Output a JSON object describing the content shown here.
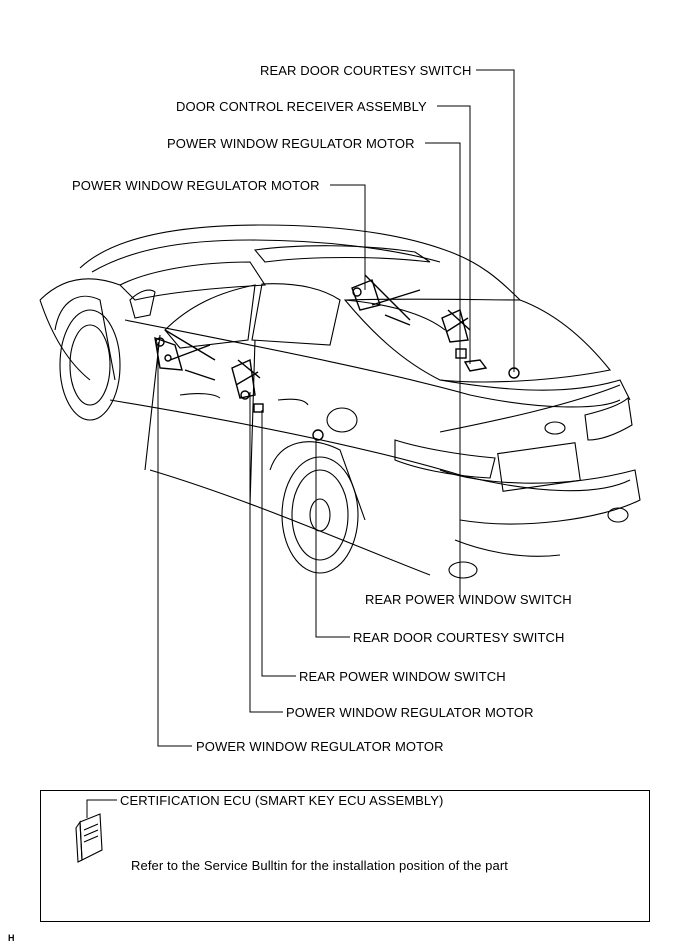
{
  "callouts": {
    "top_rear_door_courtesy_switch": "REAR DOOR COURTESY SWITCH",
    "door_control_receiver_assembly": "DOOR CONTROL RECEIVER ASSEMBLY",
    "top_power_window_regulator_motor_1": "POWER WINDOW REGULATOR MOTOR",
    "top_power_window_regulator_motor_2": "POWER WINDOW REGULATOR MOTOR",
    "bottom_rear_power_window_switch_1": "REAR POWER WINDOW SWITCH",
    "bottom_rear_door_courtesy_switch": "REAR DOOR COURTESY SWITCH",
    "bottom_rear_power_window_switch_2": "REAR POWER WINDOW SWITCH",
    "bottom_power_window_regulator_motor_1": "POWER WINDOW REGULATOR MOTOR",
    "bottom_power_window_regulator_motor_2": "POWER WINDOW REGULATOR MOTOR"
  },
  "note_box": {
    "ecu_label": "CERTIFICATION ECU (SMART KEY ECU ASSEMBLY)",
    "note_text": "Refer to the Service Bulltin for the installation position of the part"
  },
  "footer": {
    "code": "H"
  }
}
